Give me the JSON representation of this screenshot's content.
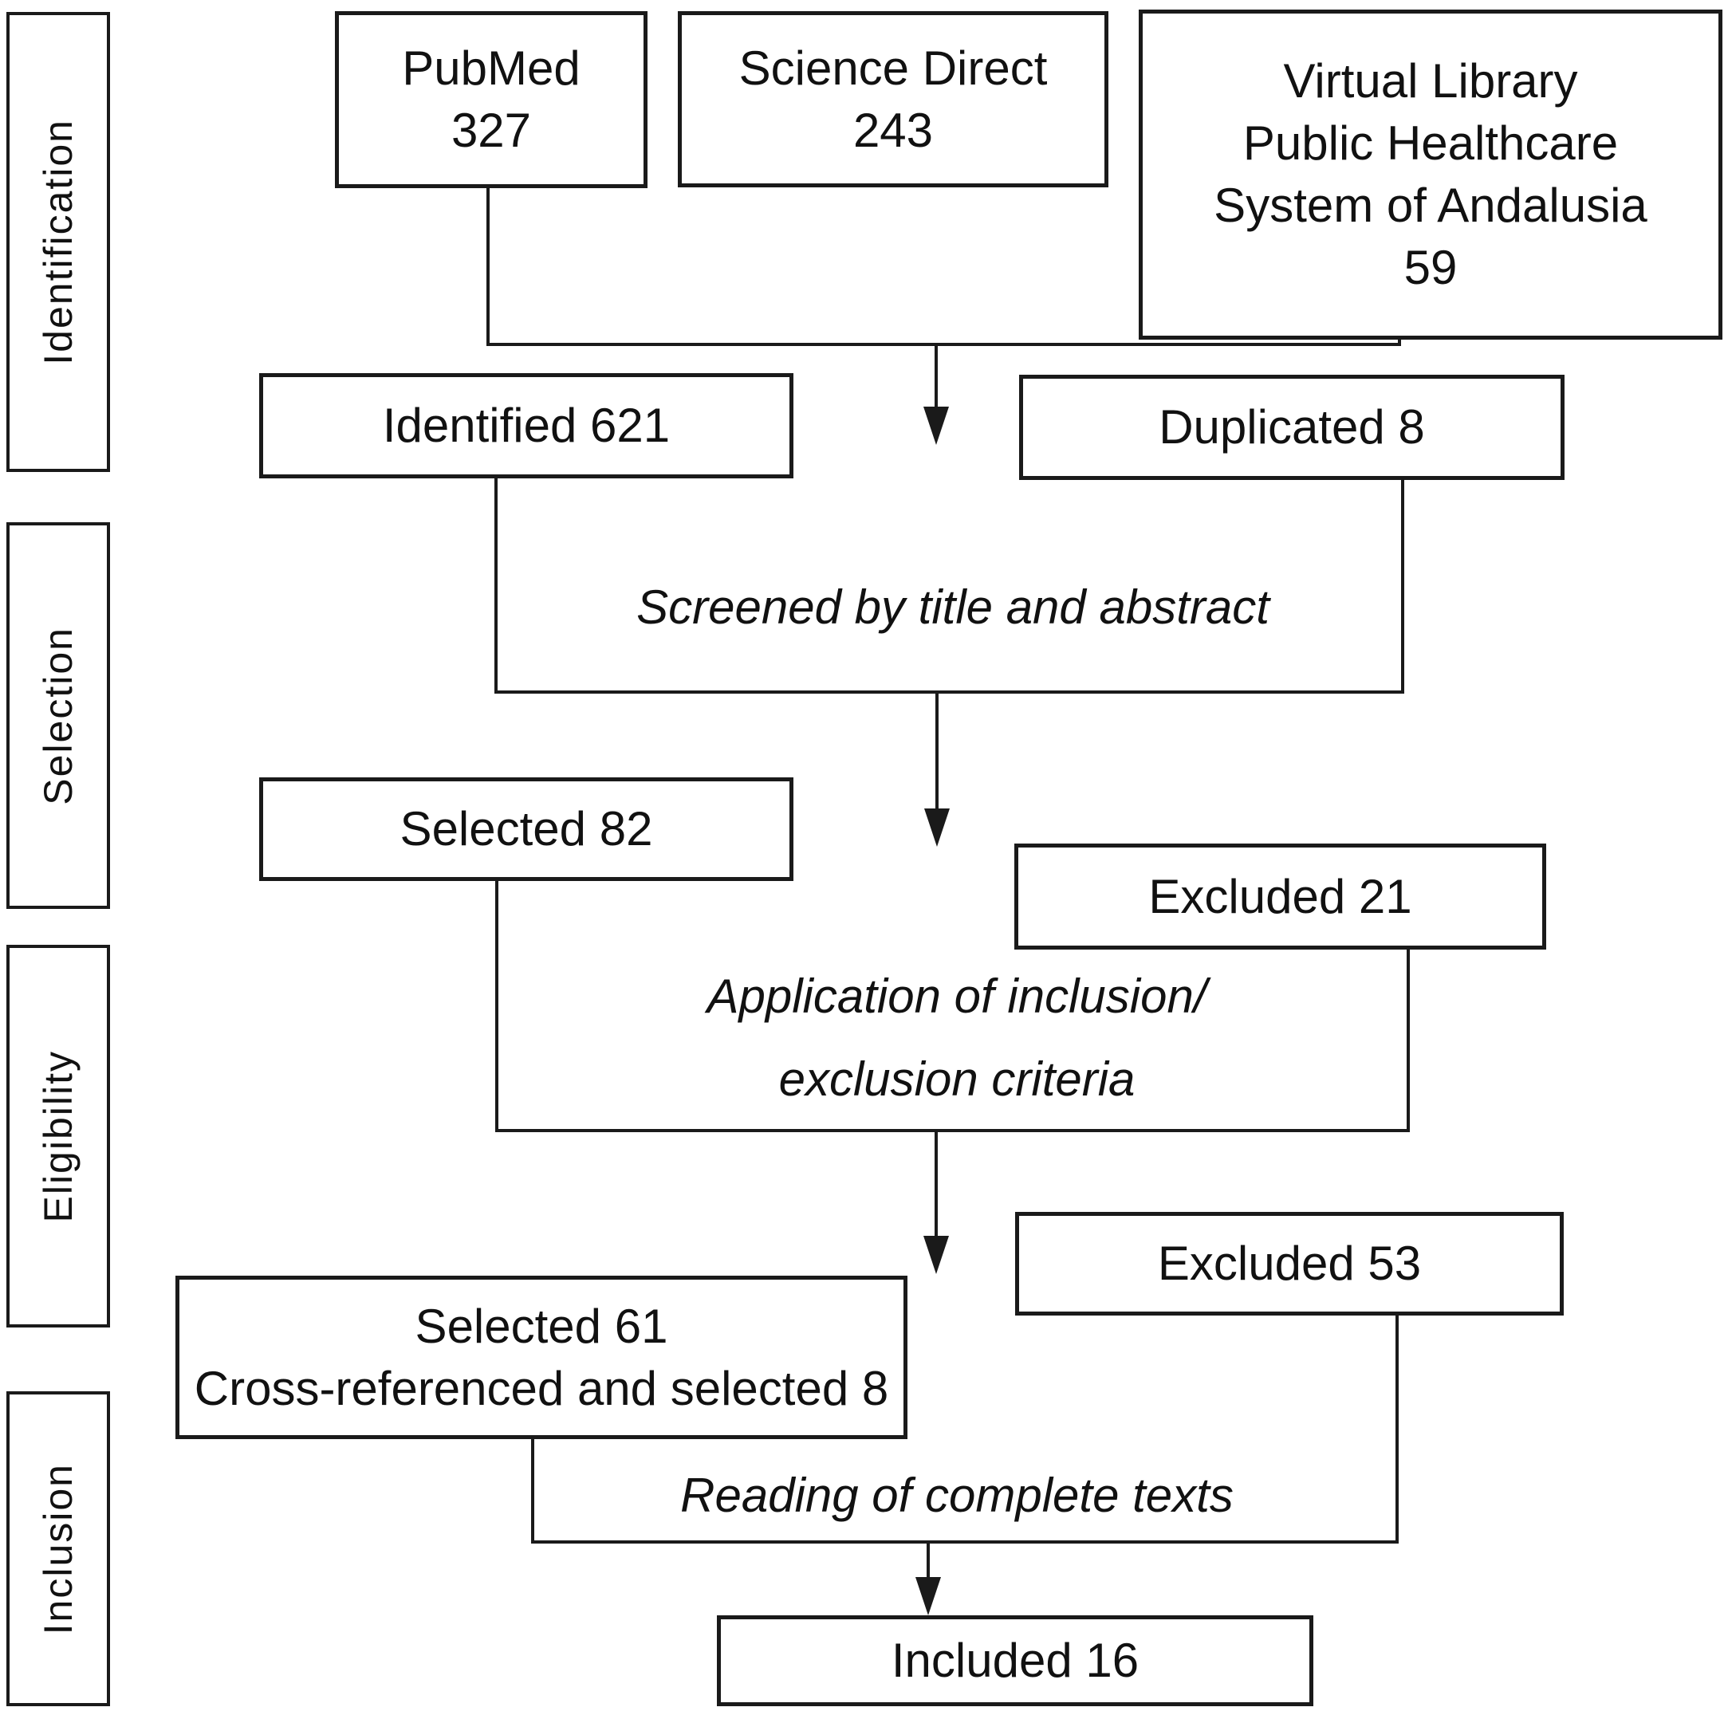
{
  "diagram": {
    "kind": "systematic-review-flow",
    "colors": {
      "line": "#1a1a1a",
      "background": "#ffffff",
      "text": "#111111"
    },
    "sidebar": {
      "items": [
        {
          "label": "Identification"
        },
        {
          "label": "Selection"
        },
        {
          "label": "Eligibility"
        },
        {
          "label": "Inclusion"
        }
      ]
    },
    "nodes": {
      "pubmed": {
        "lines": [
          "PubMed",
          "327"
        ]
      },
      "science_direct": {
        "lines": [
          "Science Direct",
          "243"
        ]
      },
      "virtual_library": {
        "lines": [
          "Virtual Library",
          "Public Healthcare",
          "System of Andalusia",
          "59"
        ]
      },
      "identified": {
        "label": "Identified 621"
      },
      "duplicated": {
        "label": "Duplicated 8"
      },
      "selected_82": {
        "label": "Selected 82"
      },
      "excluded_21": {
        "label": "Excluded 21"
      },
      "selected_61": {
        "lines": [
          "Selected 61",
          "Cross-referenced and selected 8"
        ]
      },
      "excluded_53": {
        "label": "Excluded 53"
      },
      "included_16": {
        "label": "Included 16"
      }
    },
    "process_labels": {
      "screened": {
        "label": "Screened by title and abstract"
      },
      "application": {
        "lines": [
          "Application of inclusion/",
          "exclusion criteria"
        ]
      },
      "reading": {
        "label": "Reading of complete texts"
      }
    }
  }
}
